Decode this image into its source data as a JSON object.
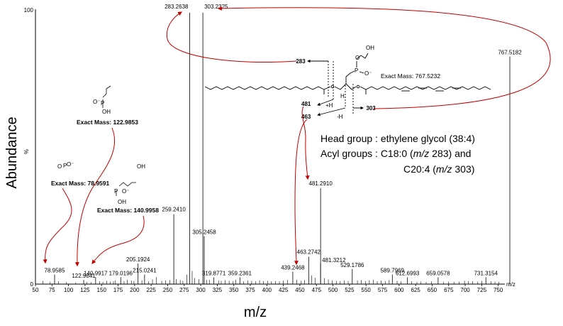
{
  "chart_data": {
    "type": "bar",
    "ylabel": "Abundance",
    "xlabel": "m/z",
    "x_unit_label": "m/z",
    "xlim": [
      50,
      775
    ],
    "ylim": [
      0,
      100
    ],
    "y_ticks": [
      "0",
      "%",
      "100"
    ],
    "x_ticks": [
      50,
      75,
      100,
      125,
      150,
      175,
      200,
      225,
      250,
      275,
      300,
      325,
      350,
      375,
      400,
      425,
      450,
      475,
      500,
      525,
      550,
      575,
      600,
      625,
      650,
      675,
      700,
      725,
      750
    ],
    "labeled_peaks": [
      {
        "x": 78.9585,
        "y": 3.5,
        "label": "78.9585"
      },
      {
        "x": 122.9841,
        "y": 1.5,
        "label": "122.9841"
      },
      {
        "x": 140.9917,
        "y": 2.5,
        "label": "140.9917"
      },
      {
        "x": 179.0196,
        "y": 2.5,
        "label": "179.0196"
      },
      {
        "x": 205.1924,
        "y": 7.5,
        "label": "205.1924"
      },
      {
        "x": 215.0241,
        "y": 3.5,
        "label": "215.0241"
      },
      {
        "x": 259.241,
        "y": 25.5,
        "label": "259.2410"
      },
      {
        "x": 283.2638,
        "y": 99,
        "label": "283.2638"
      },
      {
        "x": 303.2325,
        "y": 99,
        "label": "303.2325"
      },
      {
        "x": 305.2458,
        "y": 17.5,
        "label": "305.2458"
      },
      {
        "x": 319.8771,
        "y": 2.5,
        "label": "319.8771"
      },
      {
        "x": 359.2361,
        "y": 2.5,
        "label": "359.2361"
      },
      {
        "x": 439.2468,
        "y": 4.5,
        "label": "439.2468"
      },
      {
        "x": 463.2742,
        "y": 10,
        "label": "463.2742"
      },
      {
        "x": 481.291,
        "y": 35,
        "label": "481.2910"
      },
      {
        "x": 481.3212,
        "y": 7.5,
        "label": "481.3212"
      },
      {
        "x": 529.1786,
        "y": 5.5,
        "label": "529.1786"
      },
      {
        "x": 589.7969,
        "y": 3.5,
        "label": "589.7969"
      },
      {
        "x": 612.6993,
        "y": 2.5,
        "label": "612.6993"
      },
      {
        "x": 659.0578,
        "y": 2.5,
        "label": "659.0578"
      },
      {
        "x": 731.3154,
        "y": 2.5,
        "label": "731.3154"
      },
      {
        "x": 767.5182,
        "y": 83,
        "label": "767.5182"
      }
    ],
    "minor_peaks": [
      [
        61,
        1.2
      ],
      [
        72,
        0.8
      ],
      [
        85,
        1.0
      ],
      [
        97,
        0.8
      ],
      [
        111,
        0.6
      ],
      [
        128,
        0.8
      ],
      [
        134,
        0.7
      ],
      [
        147,
        1.0
      ],
      [
        152,
        0.8
      ],
      [
        158,
        1.2
      ],
      [
        163,
        0.9
      ],
      [
        168,
        1.0
      ],
      [
        171,
        1.4
      ],
      [
        184,
        1.1
      ],
      [
        189,
        1.6
      ],
      [
        195,
        1.3
      ],
      [
        199,
        1.1
      ],
      [
        211,
        1.4
      ],
      [
        221,
        1.0
      ],
      [
        227,
        1.7
      ],
      [
        233,
        2.5
      ],
      [
        241,
        1.2
      ],
      [
        247,
        1.3
      ],
      [
        253,
        1.5
      ],
      [
        263,
        1.8
      ],
      [
        269,
        1.5
      ],
      [
        273,
        1.2
      ],
      [
        279,
        3.5
      ],
      [
        287,
        4.8
      ],
      [
        291,
        2.2
      ],
      [
        297,
        1.8
      ],
      [
        309,
        1.5
      ],
      [
        313,
        1.6
      ],
      [
        327,
        1.3
      ],
      [
        331,
        1.2
      ],
      [
        337,
        1.4
      ],
      [
        343,
        1.2
      ],
      [
        349,
        1.1
      ],
      [
        353,
        1.6
      ],
      [
        365,
        1.0
      ],
      [
        371,
        1.3
      ],
      [
        377,
        1.2
      ],
      [
        383,
        1.0
      ],
      [
        389,
        1.4
      ],
      [
        395,
        1.1
      ],
      [
        401,
        1.2
      ],
      [
        407,
        1.0
      ],
      [
        413,
        1.1
      ],
      [
        419,
        1.0
      ],
      [
        425,
        1.3
      ],
      [
        431,
        1.5
      ],
      [
        445,
        1.6
      ],
      [
        452,
        1.2
      ],
      [
        457,
        1.5
      ],
      [
        468,
        3.2
      ],
      [
        473,
        2.3
      ],
      [
        487,
        2.2
      ],
      [
        493,
        1.7
      ],
      [
        499,
        1.3
      ],
      [
        505,
        1.2
      ],
      [
        511,
        1.1
      ],
      [
        517,
        1.3
      ],
      [
        523,
        1.1
      ],
      [
        537,
        1.3
      ],
      [
        543,
        1.5
      ],
      [
        549,
        1.1
      ],
      [
        555,
        1.4
      ],
      [
        561,
        1.6
      ],
      [
        567,
        1.0
      ],
      [
        573,
        1.3
      ],
      [
        579,
        1.1
      ],
      [
        585,
        1.5
      ],
      [
        597,
        1.2
      ],
      [
        603,
        1.0
      ],
      [
        619,
        1.0
      ],
      [
        627,
        0.8
      ],
      [
        633,
        0.9
      ],
      [
        641,
        0.8
      ],
      [
        649,
        1.0
      ],
      [
        667,
        0.8
      ],
      [
        675,
        0.9
      ],
      [
        683,
        0.8
      ],
      [
        691,
        0.9
      ],
      [
        699,
        1.2
      ],
      [
        705,
        1.1
      ],
      [
        711,
        1.0
      ],
      [
        719,
        0.9
      ],
      [
        725,
        1.2
      ],
      [
        739,
        1.0
      ],
      [
        745,
        0.9
      ],
      [
        751,
        0.8
      ]
    ]
  },
  "annotations": {
    "head_group_line": "Head group : ethylene glycol (38:4)",
    "acyl_line1_a": "Acyl groups : C18:0 (",
    "acyl_line1_b": "m/z",
    "acyl_line1_c": " 283) and",
    "acyl_line2_a": "C20:4 (",
    "acyl_line2_b": "m/z",
    "acyl_line2_c": " 303)"
  },
  "fragments": {
    "vinyl_phosphate_mass": "Exact Mass: 122.9853",
    "phosphate_mass": "Exact Mass: 78.9591",
    "glycol_phosphate_mass": "Exact Mass: 140.9958",
    "parent_mass": "Exact Mass: 767.5232"
  },
  "structure_labels": {
    "frag283": "283",
    "frag303": "303",
    "frag481": "481",
    "frag463": "463",
    "plus_h": "+H",
    "minus_h": "-H",
    "h_atom": "H",
    "oh": "OH",
    "o_minus": "O⁻",
    "p": "P",
    "o": "O"
  }
}
